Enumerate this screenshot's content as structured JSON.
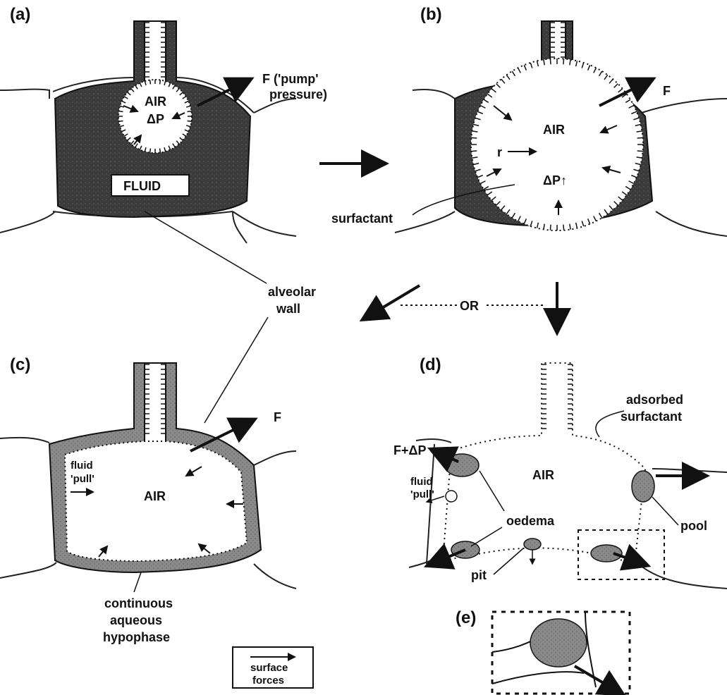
{
  "panels": {
    "a": {
      "tag": "(a)",
      "force_label": "F ('pump'",
      "force_label_2": "pressure)",
      "air": "AIR",
      "delta_p": "ΔP",
      "fluid": "FLUID"
    },
    "b": {
      "tag": "(b)",
      "force_label": "F",
      "air": "AIR",
      "radius": "r",
      "delta_p": "ΔP↑",
      "surfactant": "surfactant"
    },
    "c": {
      "tag": "(c)",
      "force_label": "F",
      "fluid_pull_1": "fluid",
      "fluid_pull_2": "'pull'",
      "air": "AIR",
      "hypophase_1": "continuous",
      "hypophase_2": "aqueous",
      "hypophase_3": "hypophase"
    },
    "d": {
      "tag": "(d)",
      "force_label": "F+ΔP",
      "adsorbed_1": "adsorbed",
      "adsorbed_2": "surfactant",
      "air": "AIR",
      "fluid_pull_1": "fluid",
      "fluid_pull_2": "'pull'",
      "oedema": "oedema",
      "pool": "pool",
      "pit": "pit"
    },
    "e": {
      "tag": "(e)"
    }
  },
  "shared": {
    "alveolar_wall_1": "alveolar",
    "alveolar_wall_2": "wall",
    "or": "OR"
  },
  "legend": {
    "label_1": "surface",
    "label_2": "forces"
  }
}
